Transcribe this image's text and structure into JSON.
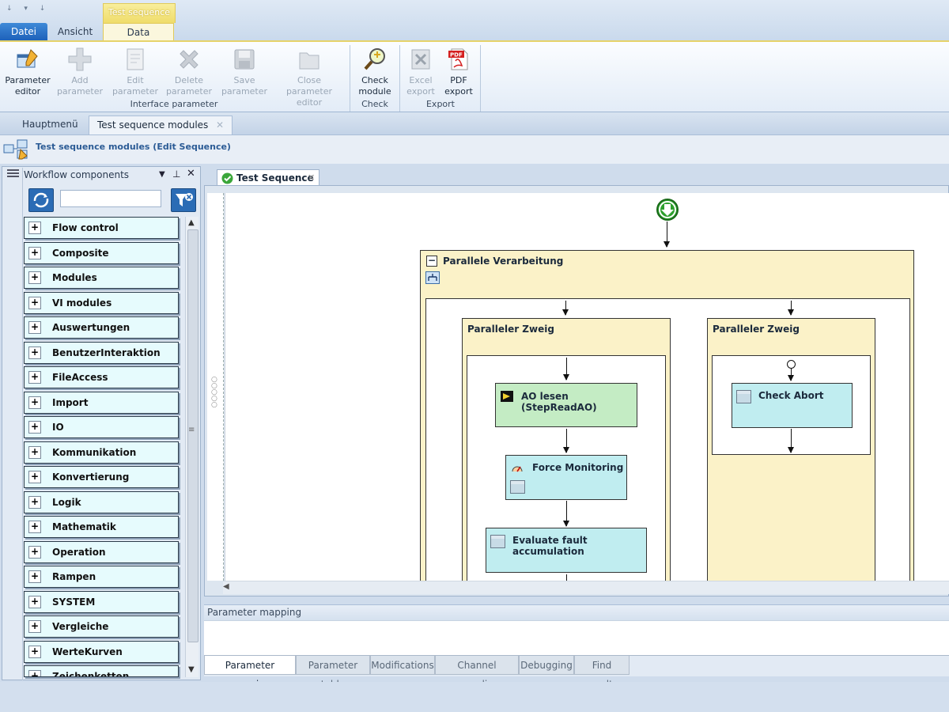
{
  "ribbon": {
    "context_tab": "Test sequence",
    "tabs": [
      "Datei",
      "Ansicht",
      "Data"
    ],
    "buttons": {
      "parameter_editor": [
        "Parameter",
        "editor"
      ],
      "add_parameter": [
        "Add",
        "parameter"
      ],
      "edit_parameter": [
        "Edit",
        "parameter"
      ],
      "delete_parameter": [
        "Delete",
        "parameter"
      ],
      "save_parameter": [
        "Save",
        "parameter"
      ],
      "close_parameter_editor": [
        "Close parameter",
        "editor"
      ],
      "check_module": [
        "Check",
        "module"
      ],
      "excel_export": [
        "Excel",
        "export"
      ],
      "pdf_export": [
        "PDF",
        "export"
      ],
      "pdf_badge": "PDF"
    },
    "groups": [
      "Interface parameter",
      "Check",
      "Export"
    ]
  },
  "doc_tabs": [
    "Hauptmenü",
    "Test sequence modules"
  ],
  "breadcrumb": "Test sequence modules (Edit Sequence)",
  "workflow_panel": {
    "title": "Workflow components",
    "search_placeholder": "",
    "categories": [
      "Flow control",
      "Composite",
      "Modules",
      "VI modules",
      "Auswertungen",
      "BenutzerInteraktion",
      "FileAccess",
      "Import",
      "IO",
      "Kommunikation",
      "Konvertierung",
      "Logik",
      "Mathematik",
      "Operation",
      "Rampen",
      "SYSTEM",
      "Vergleiche",
      "WerteKurven",
      "Zeichenketten"
    ]
  },
  "workspace": {
    "tab_label": "Test Sequence",
    "parallel_block": "Parallele Verarbeitung",
    "branch_left": "Paralleler Zweig",
    "branch_right": "Paralleler Zweig",
    "nodes": {
      "ao_lesen": "AO lesen (StepReadAO)",
      "force_monitoring": "Force Monitoring",
      "evaluate": "Evaluate fault accumulation",
      "check_abort": "Check Abort"
    }
  },
  "bottom": {
    "panel_title": "Parameter mapping",
    "tabs": [
      "Parameter mapping",
      "Parameter table",
      "Modifications",
      "Channel recording",
      "Debugging",
      "Find results"
    ]
  },
  "colors": {
    "accent_blue": "#1c5fb8",
    "context_yellow": "#efdc6a",
    "node_green": "#c4ecc4",
    "node_cyan": "#c0edf0",
    "container_yellow": "#fbf2c8"
  }
}
